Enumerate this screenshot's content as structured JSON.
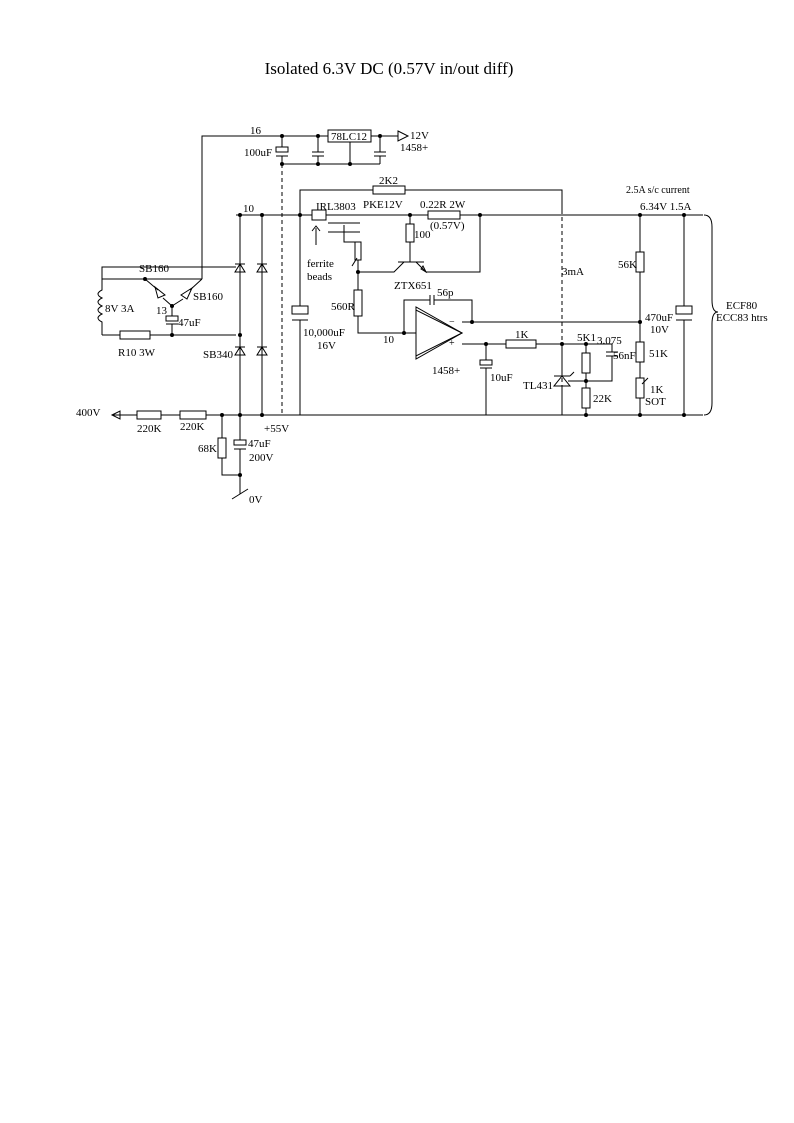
{
  "title": "Isolated 6.3V DC (0.57V in/out diff)",
  "labels": {
    "node16": "16",
    "reg": "78LC12",
    "out12v": "12V",
    "out1458": "1458+",
    "c100uf": "100uF",
    "r2k2": "2K2",
    "sc_current": "2.5A s/c current",
    "vout_top": "6.34V 1.5A",
    "node10_top": "10",
    "irl": "IRL3803",
    "pke": "PKE12V",
    "r022": "0.22R 2W",
    "drop": "(0.57V)",
    "r100": "100",
    "ferrite1": "ferrite",
    "ferrite2": "beads",
    "sb160_a": "SB160",
    "sb160_b": "SB160",
    "tx": "8V 3A",
    "node13": "13",
    "c47": "47uF",
    "r10": "R10 3W",
    "ztx": "ZTX651",
    "c56p": "56p",
    "ma": "3mA",
    "r56k": "56K",
    "ecf1": "ECF80",
    "ecf2": "ECC83 htrs",
    "c470_1": "470uF",
    "c470_2": "10V",
    "r560": "560R",
    "sb340": "SB340",
    "c10000_1": "10,000uF",
    "c10000_2": "16V",
    "node10_op": "10",
    "r1k_a": "1K",
    "r5k1": "5K1",
    "v3075": "3.075",
    "c56n": "56nF",
    "r51k": "51K",
    "opamp": "1458+",
    "c10uf": "10uF",
    "tl431": "TL431",
    "r22k": "22K",
    "r1k_b": "1K",
    "sot": "SOT",
    "v400": "400V",
    "r220_a": "220K",
    "r220_b": "220K",
    "v55": "+55V",
    "r68k": "68K",
    "c47_200_1": "47uF",
    "c47_200_2": "200V",
    "v0": "0V"
  }
}
